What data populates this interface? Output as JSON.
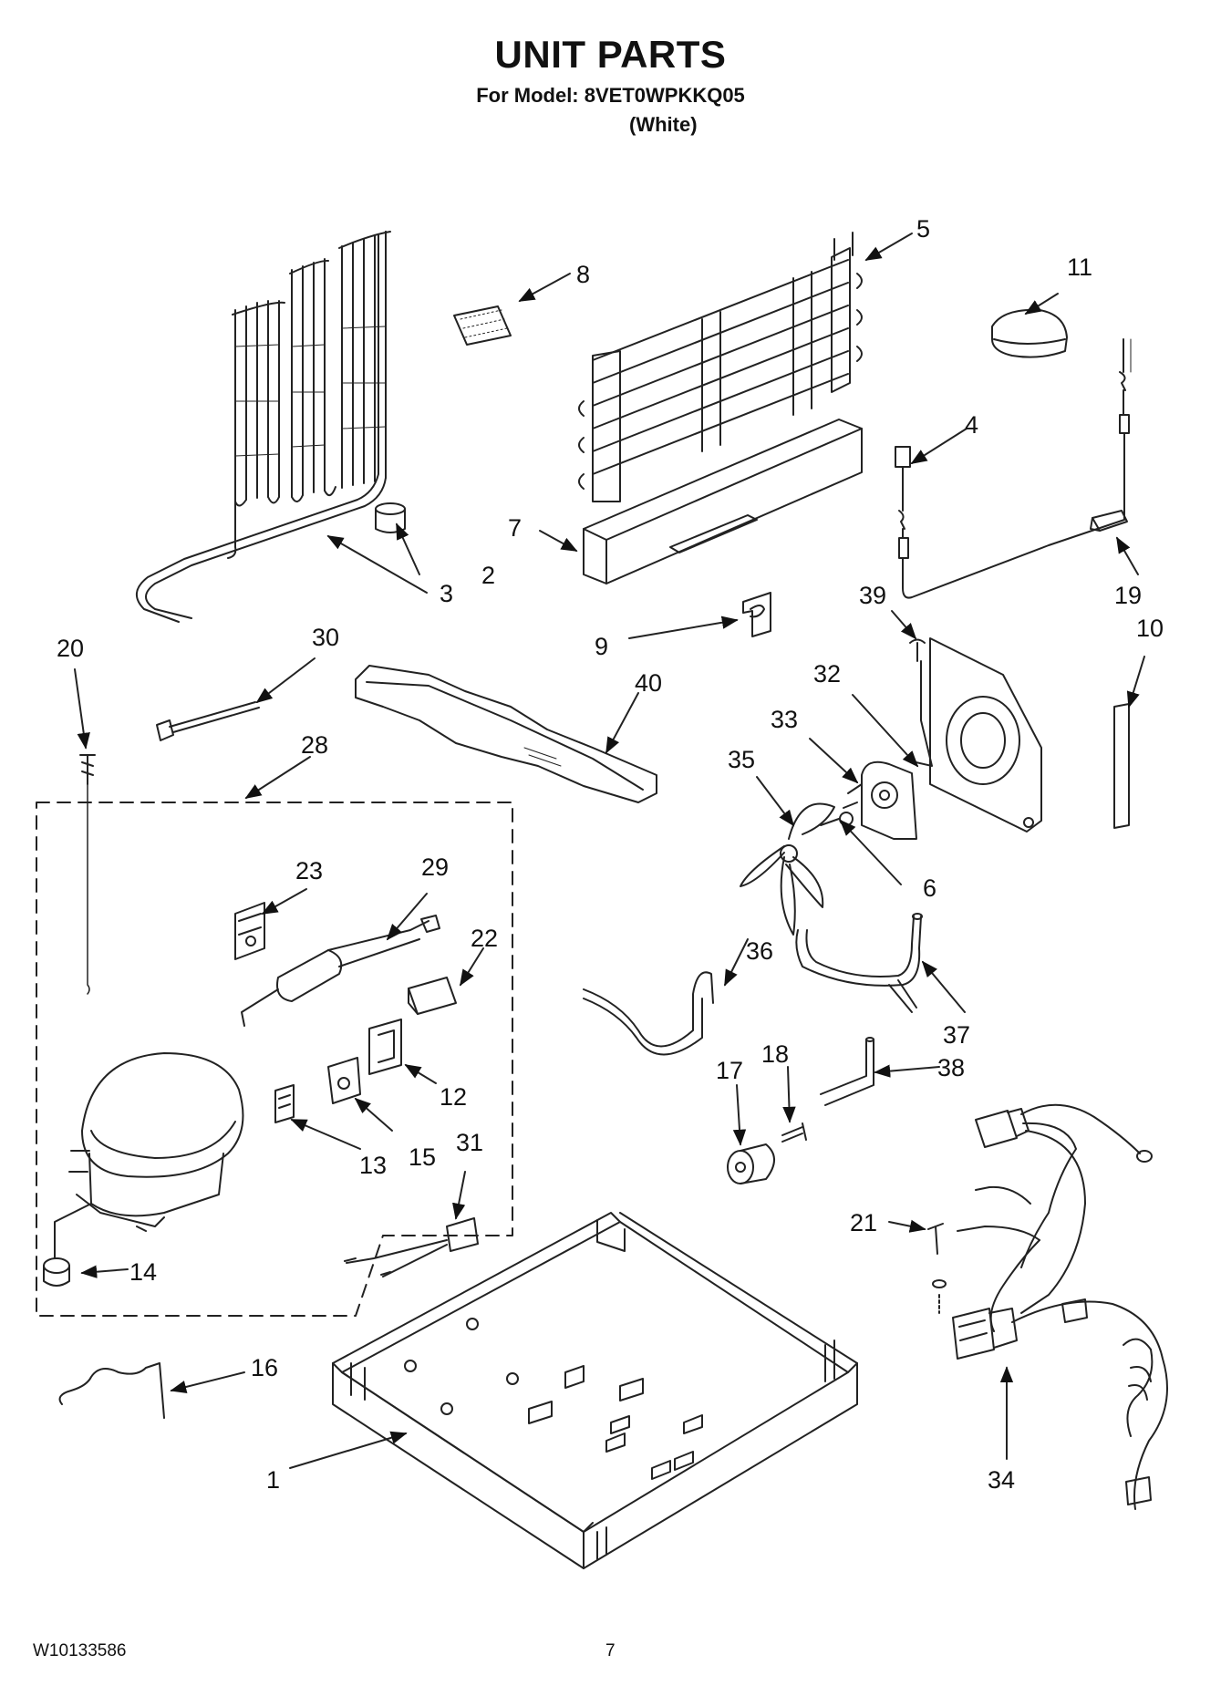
{
  "header": {
    "title": "UNIT PARTS",
    "model_line": "For Model: 8VET0WPKKQ05",
    "color": "(White)"
  },
  "footer": {
    "doc_number": "W10133586",
    "page_number": "7"
  },
  "callouts": [
    {
      "id": "1",
      "text": "1"
    },
    {
      "id": "2",
      "text": "2"
    },
    {
      "id": "3",
      "text": "3"
    },
    {
      "id": "4",
      "text": "4"
    },
    {
      "id": "5",
      "text": "5"
    },
    {
      "id": "6",
      "text": "6"
    },
    {
      "id": "7",
      "text": "7"
    },
    {
      "id": "8",
      "text": "8"
    },
    {
      "id": "9",
      "text": "9"
    },
    {
      "id": "10",
      "text": "10"
    },
    {
      "id": "11",
      "text": "11"
    },
    {
      "id": "12",
      "text": "12"
    },
    {
      "id": "13",
      "text": "13"
    },
    {
      "id": "14",
      "text": "14"
    },
    {
      "id": "15",
      "text": "15"
    },
    {
      "id": "16",
      "text": "16"
    },
    {
      "id": "17",
      "text": "17"
    },
    {
      "id": "18",
      "text": "18"
    },
    {
      "id": "19",
      "text": "19"
    },
    {
      "id": "20",
      "text": "20"
    },
    {
      "id": "21",
      "text": "21"
    },
    {
      "id": "22",
      "text": "22"
    },
    {
      "id": "23",
      "text": "23"
    },
    {
      "id": "28",
      "text": "28"
    },
    {
      "id": "29",
      "text": "29"
    },
    {
      "id": "30",
      "text": "30"
    },
    {
      "id": "31",
      "text": "31"
    },
    {
      "id": "32",
      "text": "32"
    },
    {
      "id": "33",
      "text": "33"
    },
    {
      "id": "34",
      "text": "34"
    },
    {
      "id": "35",
      "text": "35"
    },
    {
      "id": "36",
      "text": "36"
    },
    {
      "id": "37",
      "text": "37"
    },
    {
      "id": "38",
      "text": "38"
    },
    {
      "id": "39",
      "text": "39"
    },
    {
      "id": "40",
      "text": "40"
    }
  ]
}
